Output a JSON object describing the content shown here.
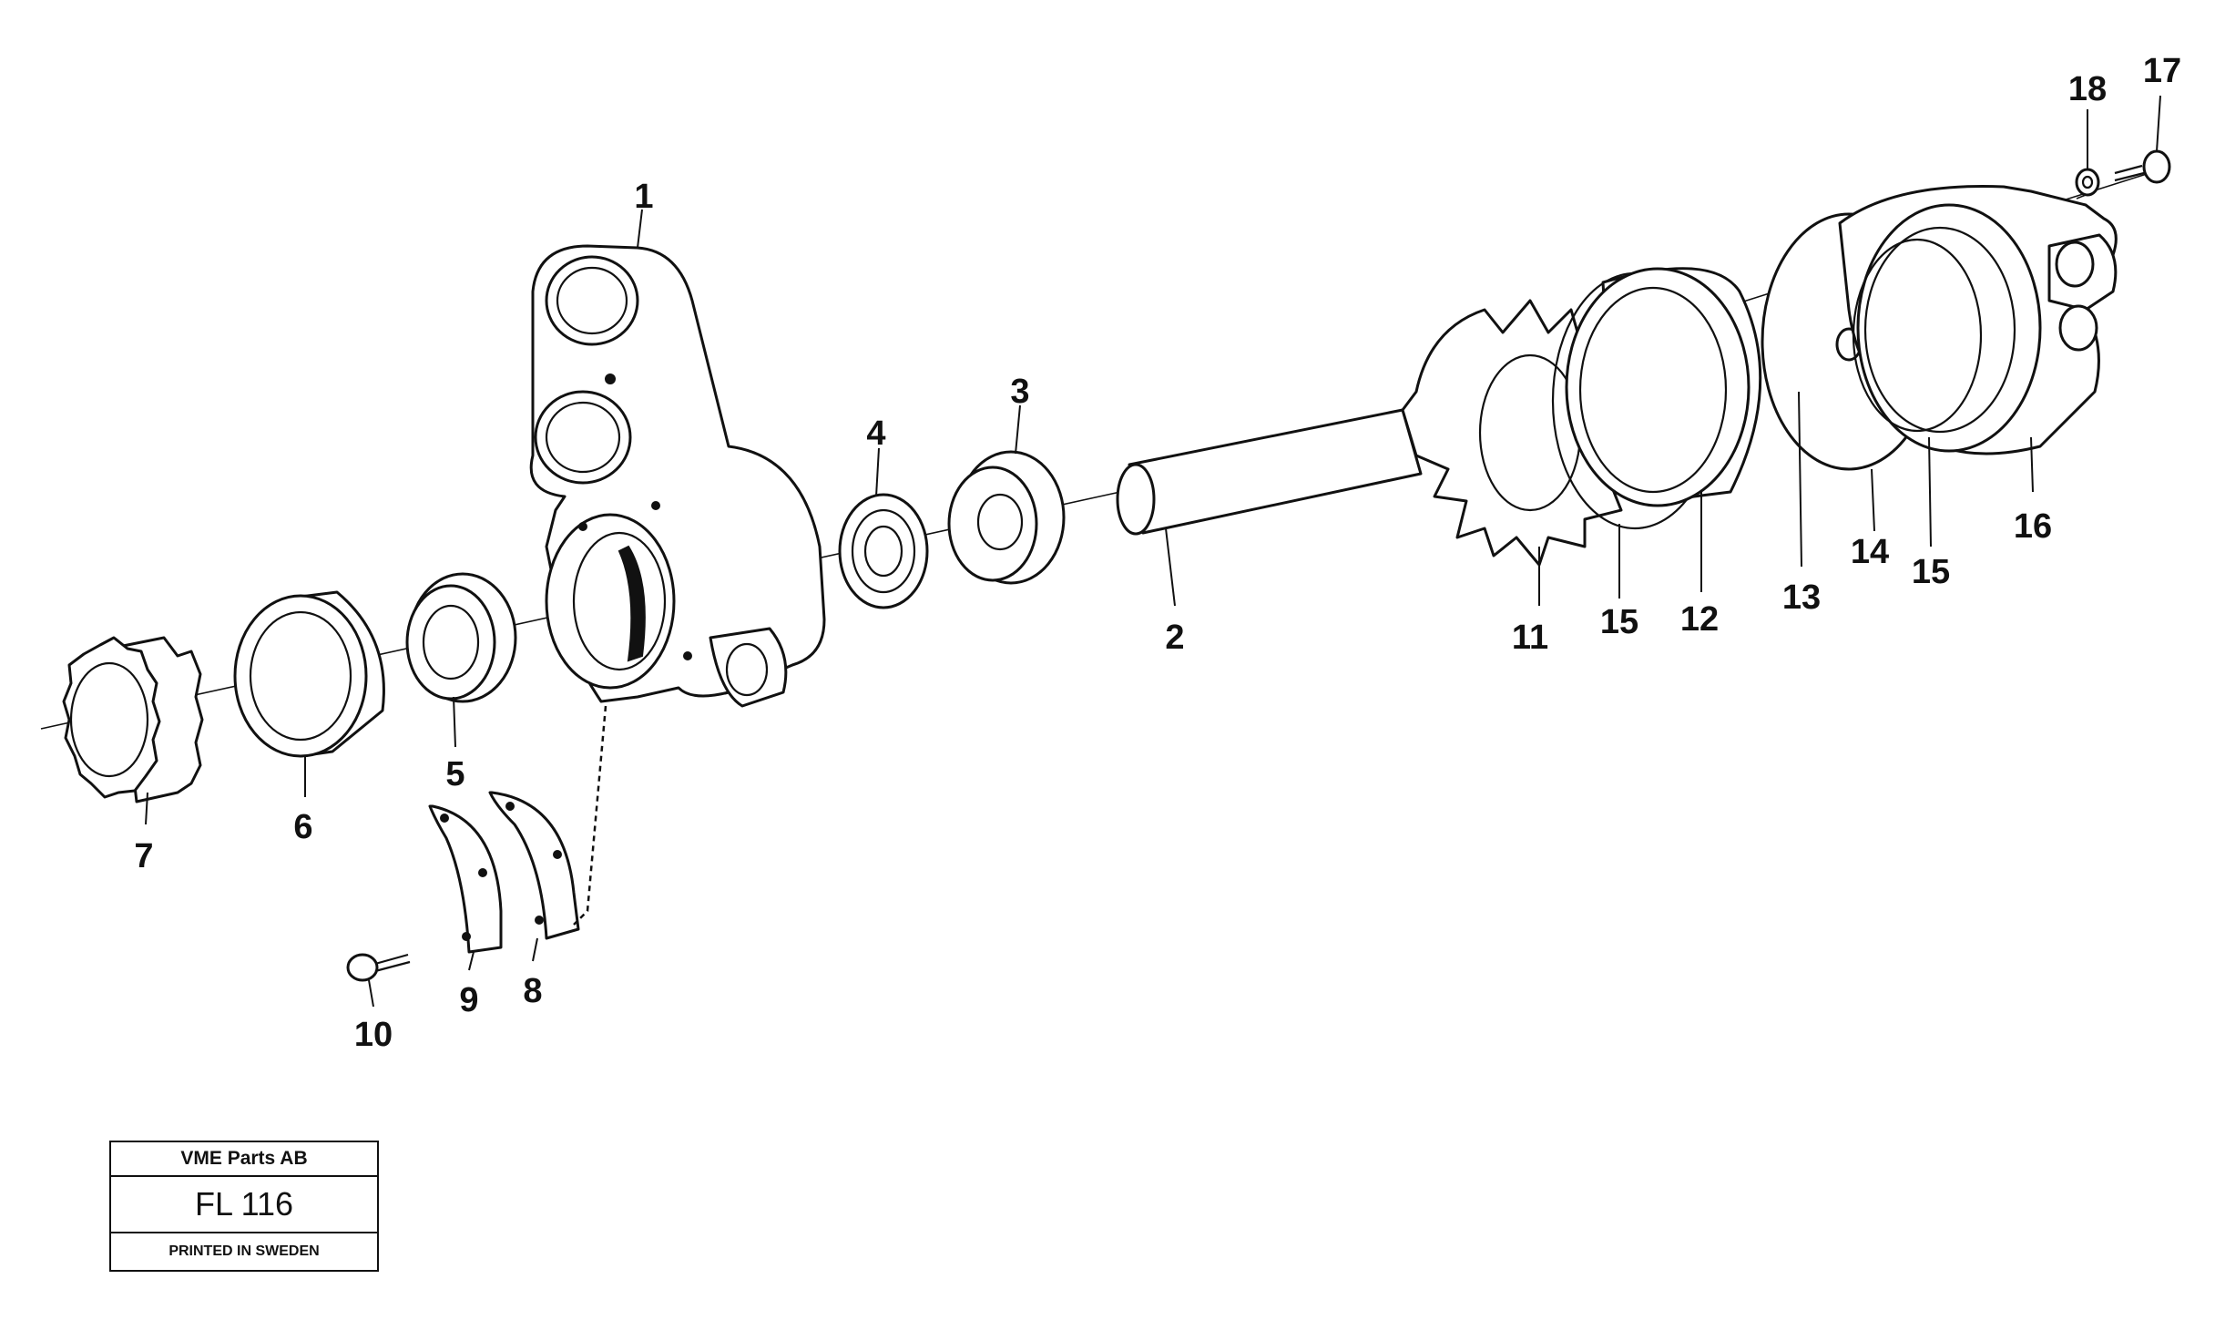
{
  "diagram": {
    "callouts": [
      "1",
      "2",
      "3",
      "4",
      "5",
      "6",
      "7",
      "8",
      "9",
      "10",
      "11",
      "15",
      "12",
      "13",
      "14",
      "15",
      "16",
      "18",
      "17"
    ]
  },
  "title_block": {
    "company": "VME Parts AB",
    "code": "FL 116",
    "printed": "PRINTED IN SWEDEN"
  }
}
